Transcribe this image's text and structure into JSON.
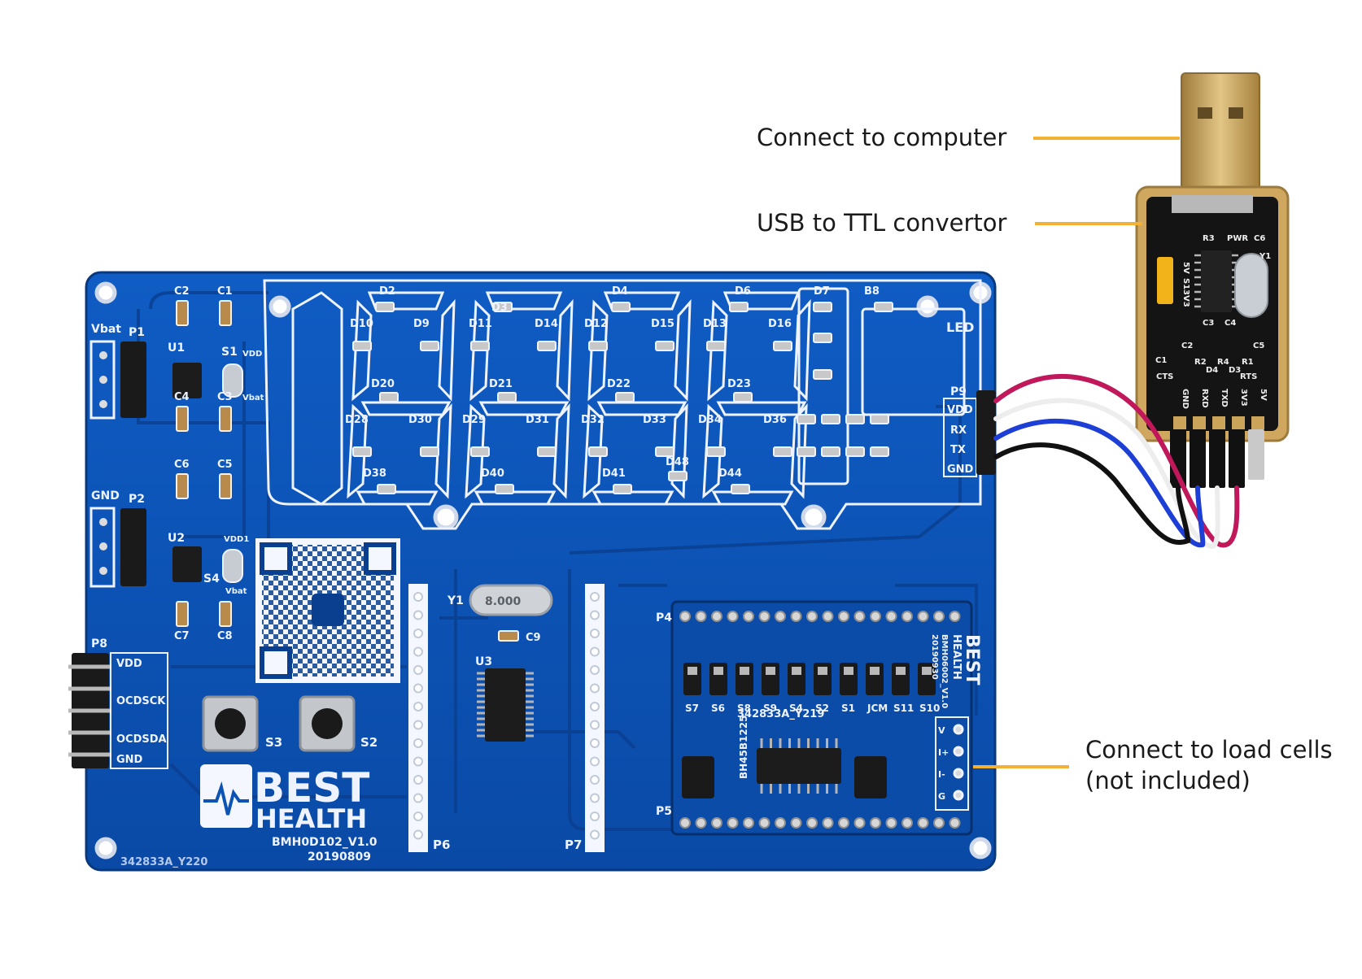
{
  "callouts": {
    "computer": "Connect to computer",
    "converter": "USB to TTL convertor",
    "loadcells_1": "Connect to load cells",
    "loadcells_2": "(not included)"
  },
  "colors": {
    "background": "#ffffff",
    "pcb_blue": "#0d53b3",
    "pcb_dark": "#0a3f8f",
    "silkscreen": "#eef3ff",
    "callout_line": "#f2b134",
    "usb_gold": "#c9a45a",
    "wire_red": "#c0185a",
    "wire_blue": "#1d3fd6",
    "wire_black": "#111111",
    "wire_white": "#f2f2f2"
  },
  "board": {
    "brand_line1": "BEST",
    "brand_line2": "HEALTH",
    "model": "BMH0D102_V1.0",
    "date": "20190809",
    "lot": "342833A_Y220",
    "led_label": "LED",
    "crystal_label": "Y1",
    "crystal_marking": "8.000",
    "chip_label": "U3",
    "cap_label": "C9",
    "header_left": "P6",
    "header_right": "P7",
    "button_s3": "S3",
    "button_s2": "S2",
    "regulator_u1": "U1",
    "regulator_u2": "U2",
    "switch_s1": "S1",
    "switch_s4": "S4",
    "power_connectors": [
      {
        "id": "P1",
        "label": "Vbat"
      },
      {
        "id": "P2",
        "label": "GND"
      }
    ],
    "caps_left": [
      "C2",
      "C1",
      "C4",
      "C3",
      "C6",
      "C5",
      "C7",
      "C8"
    ],
    "tags": [
      "VDD",
      "Vbat",
      "VDD1",
      "Vbat"
    ],
    "p8": {
      "id": "P8",
      "pins": [
        "VDD",
        "OCDSCK",
        "OCDSDA",
        "GND"
      ]
    },
    "p9": {
      "id": "P9",
      "pins": [
        "VDD",
        "RX",
        "TX",
        "GND"
      ]
    },
    "led_labels": [
      "D2",
      "D3",
      "D4",
      "D6",
      "D7",
      "B8",
      "D10",
      "D9",
      "D11",
      "D14",
      "D12",
      "D15",
      "D13",
      "D16",
      "D20",
      "D21",
      "D22",
      "D23",
      "D28",
      "D30",
      "D29",
      "D31",
      "D32",
      "D33",
      "D34",
      "D36",
      "D38",
      "D40",
      "D41",
      "D44",
      "D48"
    ]
  },
  "module": {
    "brand_line1": "BEST",
    "brand_line2": "HEALTH",
    "model": "BMH06002_V1.0",
    "date": "20190930",
    "lot": "342833A_Y219",
    "chip_marking": "BH45B1225",
    "header_top": "P4",
    "header_bottom": "P5",
    "jumper_labels": [
      "S7",
      "S6",
      "S8",
      "S9",
      "S4",
      "S2",
      "S1",
      "JCM",
      "S11",
      "S10"
    ],
    "bridge_pins": [
      "V",
      "I+",
      "I-",
      "G"
    ]
  },
  "usb_adapter": {
    "pins": [
      "GND",
      "RXD",
      "TXD",
      "3V3",
      "5V"
    ],
    "labels": [
      "CTS",
      "RTS",
      "PWR",
      "R3",
      "C6",
      "Y1",
      "C1",
      "C2",
      "C3",
      "C4",
      "C5",
      "R1",
      "R2",
      "R4",
      "D3",
      "D4"
    ],
    "jumper": [
      "5V",
      "S1",
      "3V3"
    ]
  }
}
